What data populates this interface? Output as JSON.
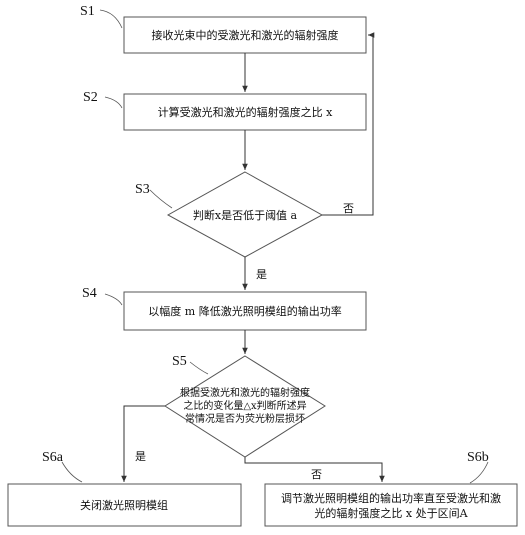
{
  "colors": {
    "stroke": "#555555",
    "arrow": "#333333",
    "text": "#111111",
    "background": "#ffffff"
  },
  "steps": {
    "s1": {
      "id": "S1",
      "text": "接收光束中的受激光和激光的辐射强度"
    },
    "s2": {
      "id": "S2",
      "text": "计算受激光和激光的辐射强度之比 x"
    },
    "s3": {
      "id": "S3",
      "text": "判断x是否低于阈值 a"
    },
    "s4": {
      "id": "S4",
      "text": "以幅度  m 降低激光照明模组的输出功率"
    },
    "s5": {
      "id": "S5",
      "lines": [
        "根据受激光和激光的辐射强度",
        "之比的变化量△x判断所述异",
        "常情况是否为荧光粉层损坏"
      ]
    },
    "s6a": {
      "id": "S6a",
      "text": "关闭激光照明模组"
    },
    "s6b": {
      "id": "S6b",
      "lines": [
        "调节激光照明模组的输出功率直至受激光和激",
        "光的辐射强度之比  x  处于区间A"
      ]
    }
  },
  "edges": {
    "s3_no": "否",
    "s3_yes": "是",
    "s5_yes": "是",
    "s5_no": "否"
  }
}
